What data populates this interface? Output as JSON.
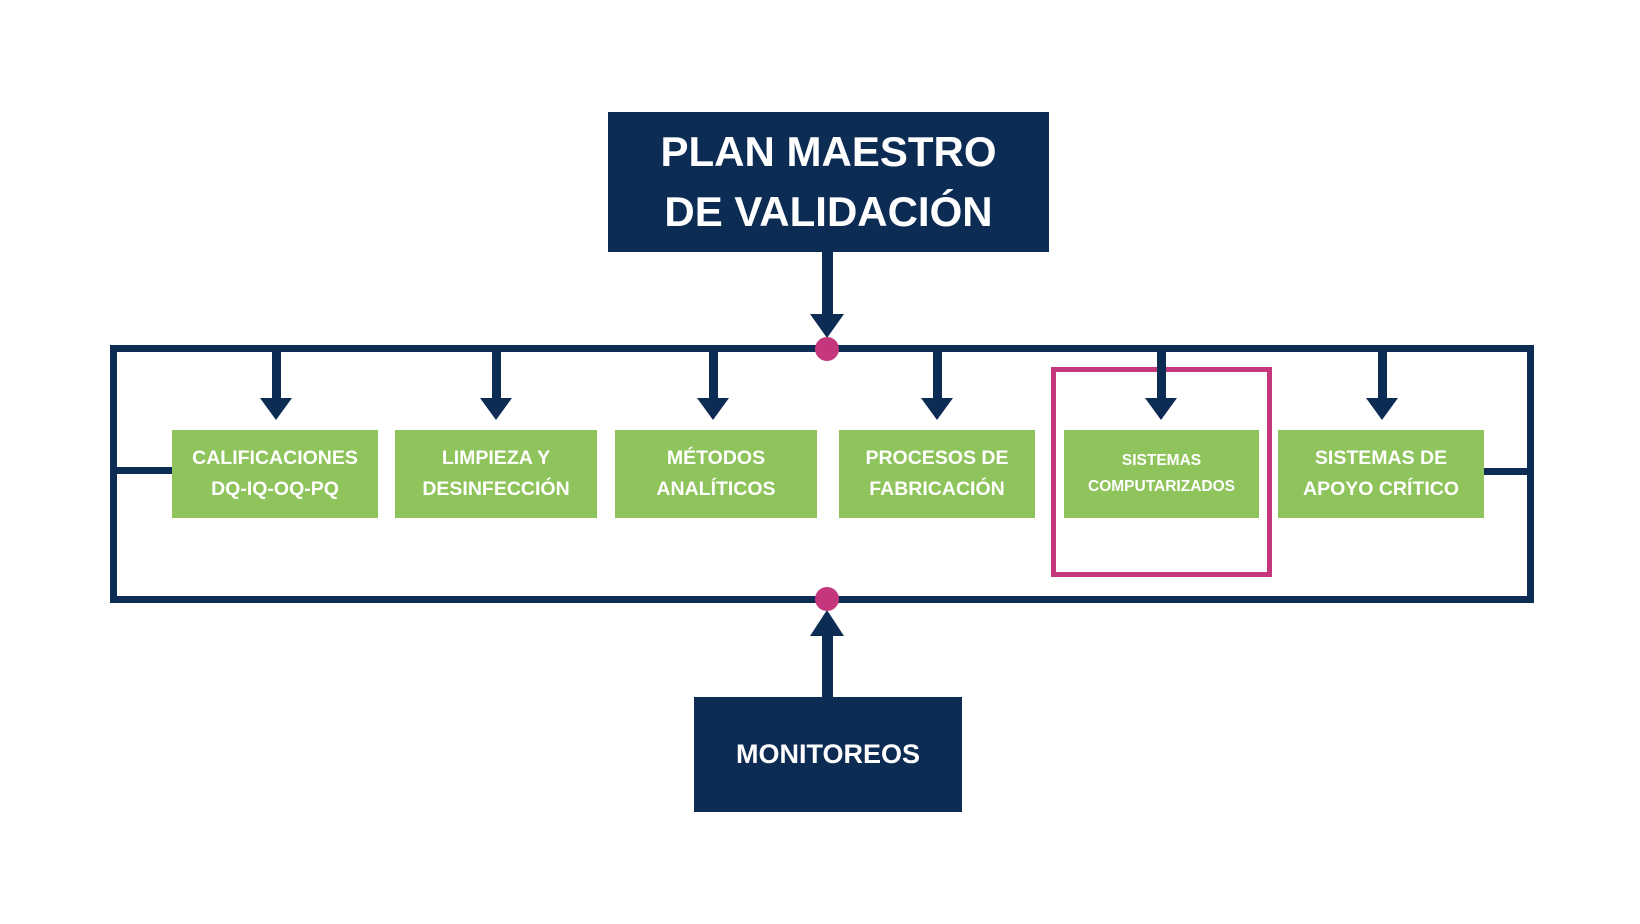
{
  "diagram": {
    "root": {
      "label": "PLAN MAESTRO DE VALIDACIÓN"
    },
    "branches": [
      {
        "label": "CALIFICACIONES DQ-IQ-OQ-PQ",
        "highlighted": false
      },
      {
        "label": "LIMPIEZA Y DESINFECCIÓN",
        "highlighted": false
      },
      {
        "label": "MÉTODOS ANALÍTICOS",
        "highlighted": false
      },
      {
        "label": "PROCESOS DE FABRICACIÓN",
        "highlighted": false
      },
      {
        "label": "SISTEMAS COMPUTARIZADOS",
        "highlighted": true
      },
      {
        "label": "SISTEMAS DE APOYO CRÍTICO",
        "highlighted": false
      }
    ],
    "feedback": {
      "label": "MONITOREOS"
    },
    "colors": {
      "navy": "#0D2C54",
      "green": "#8EC45B",
      "pink": "#C5377D",
      "background": "#FFFFFF",
      "text_on_fill": "#FFFFFF"
    }
  }
}
